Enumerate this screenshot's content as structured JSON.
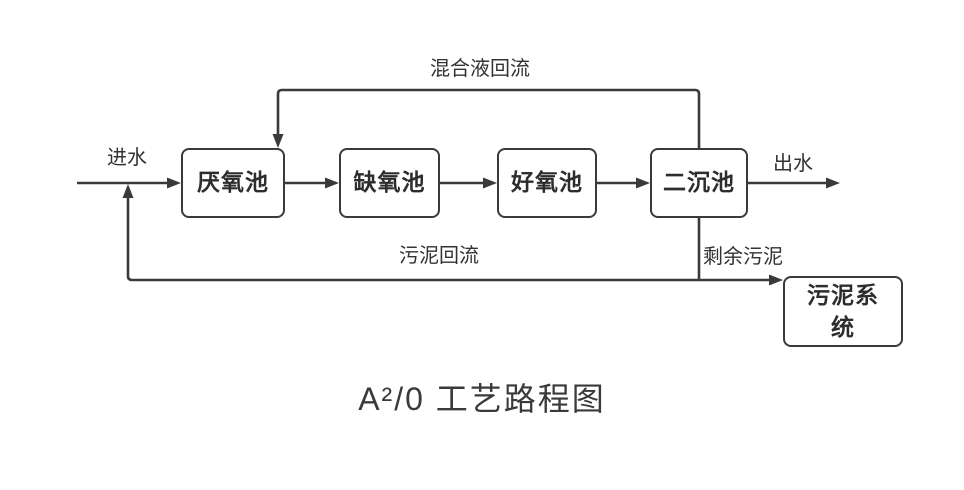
{
  "diagram": {
    "title": "A²/0 工艺路程图",
    "colors": {
      "background": "#ffffff",
      "line": "#3a3a3a",
      "label_text": "#333333",
      "node_text": "#2d2d2d"
    },
    "nodes": [
      {
        "name": "anaerobic-tank",
        "label": "厌氧池"
      },
      {
        "name": "anoxic-tank",
        "label": "缺氧池"
      },
      {
        "name": "aerobic-tank",
        "label": "好氧池"
      },
      {
        "name": "secondary-clarifier",
        "label": "二沉池"
      },
      {
        "name": "sludge-system",
        "label": "污泥系统"
      }
    ],
    "flow_labels": {
      "influent": "进水",
      "effluent": "出水",
      "mixed_liquor_recycle": "混合液回流",
      "sludge_return": "污泥回流",
      "excess_sludge": "剩余污泥"
    }
  }
}
